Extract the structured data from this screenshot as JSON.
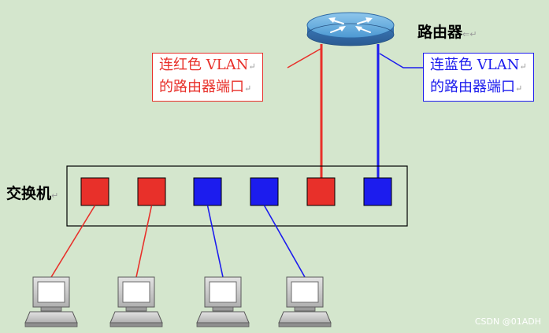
{
  "router": {
    "label": "路由器",
    "mark": "⇐↵"
  },
  "switch": {
    "label": "交换机",
    "mark": "↵"
  },
  "red_note": {
    "line1": "连红色 VLAN",
    "mark1": "↵",
    "line2": "的路由器端口",
    "mark2": "↵"
  },
  "blue_note": {
    "line1": "连蓝色 VLAN",
    "mark1": "↵",
    "line2": "的路由器端口",
    "mark2": "↵"
  },
  "ports": [
    {
      "vlan": "red"
    },
    {
      "vlan": "red"
    },
    {
      "vlan": "blue"
    },
    {
      "vlan": "blue"
    },
    {
      "vlan": "red"
    },
    {
      "vlan": "blue"
    }
  ],
  "computers": [
    {
      "vlan": "red"
    },
    {
      "vlan": "red"
    },
    {
      "vlan": "blue"
    },
    {
      "vlan": "blue"
    }
  ],
  "colors": {
    "red": "#e8302a",
    "blue": "#1c1cee",
    "background": "#d4e6cd"
  },
  "watermark": "CSDN @01ADH"
}
